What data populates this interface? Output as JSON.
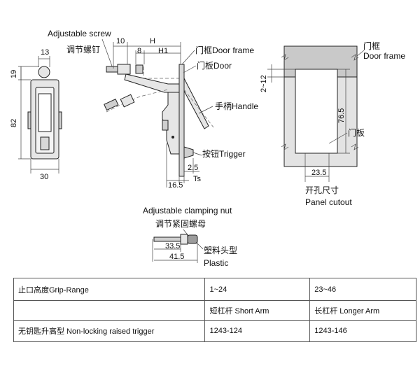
{
  "front_view": {
    "dims": {
      "width_top": "13",
      "height_top": "19",
      "height_total": "82",
      "width_bottom": "30"
    }
  },
  "side_view": {
    "labels": {
      "adjustable_screw_en": "Adjustable screw",
      "adjustable_screw_cn": "调节螺钉",
      "door_frame": "门框Door frame",
      "door": "门板Door",
      "handle": "手柄Handle",
      "trigger": "按钮Trigger"
    },
    "dims": {
      "d10": "10",
      "H": "H",
      "d8": "8",
      "H1": "H1",
      "d2_5": "2.5",
      "d16_5": "16.5",
      "Ts": "Ts"
    }
  },
  "panel_cutout": {
    "labels": {
      "door_frame_cn": "门框",
      "door_frame_en": "Door frame",
      "door_cn": "门板",
      "title_cn": "开孔尺寸",
      "title_en": "Panel cutout"
    },
    "dims": {
      "gap": "2~12",
      "height": "76.5",
      "width": "23.5"
    }
  },
  "clamp_nut": {
    "labels": {
      "title_en": "Adjustable clamping nut",
      "title_cn": "调节紧固螺母",
      "plastic_cn": "塑料头型",
      "plastic_en": "Plastic"
    },
    "dims": {
      "d33_5": "33.5",
      "d41_5": "41.5"
    }
  },
  "table": {
    "rows": [
      [
        "止口高度Grip-Range",
        "1~24",
        "23~46"
      ],
      [
        "",
        "短杠杆 Short Arm",
        "长杠杆 Longer Arm"
      ],
      [
        "无钥匙升高型 Non-locking raised trigger",
        "1243-124",
        "1243-146"
      ]
    ]
  }
}
